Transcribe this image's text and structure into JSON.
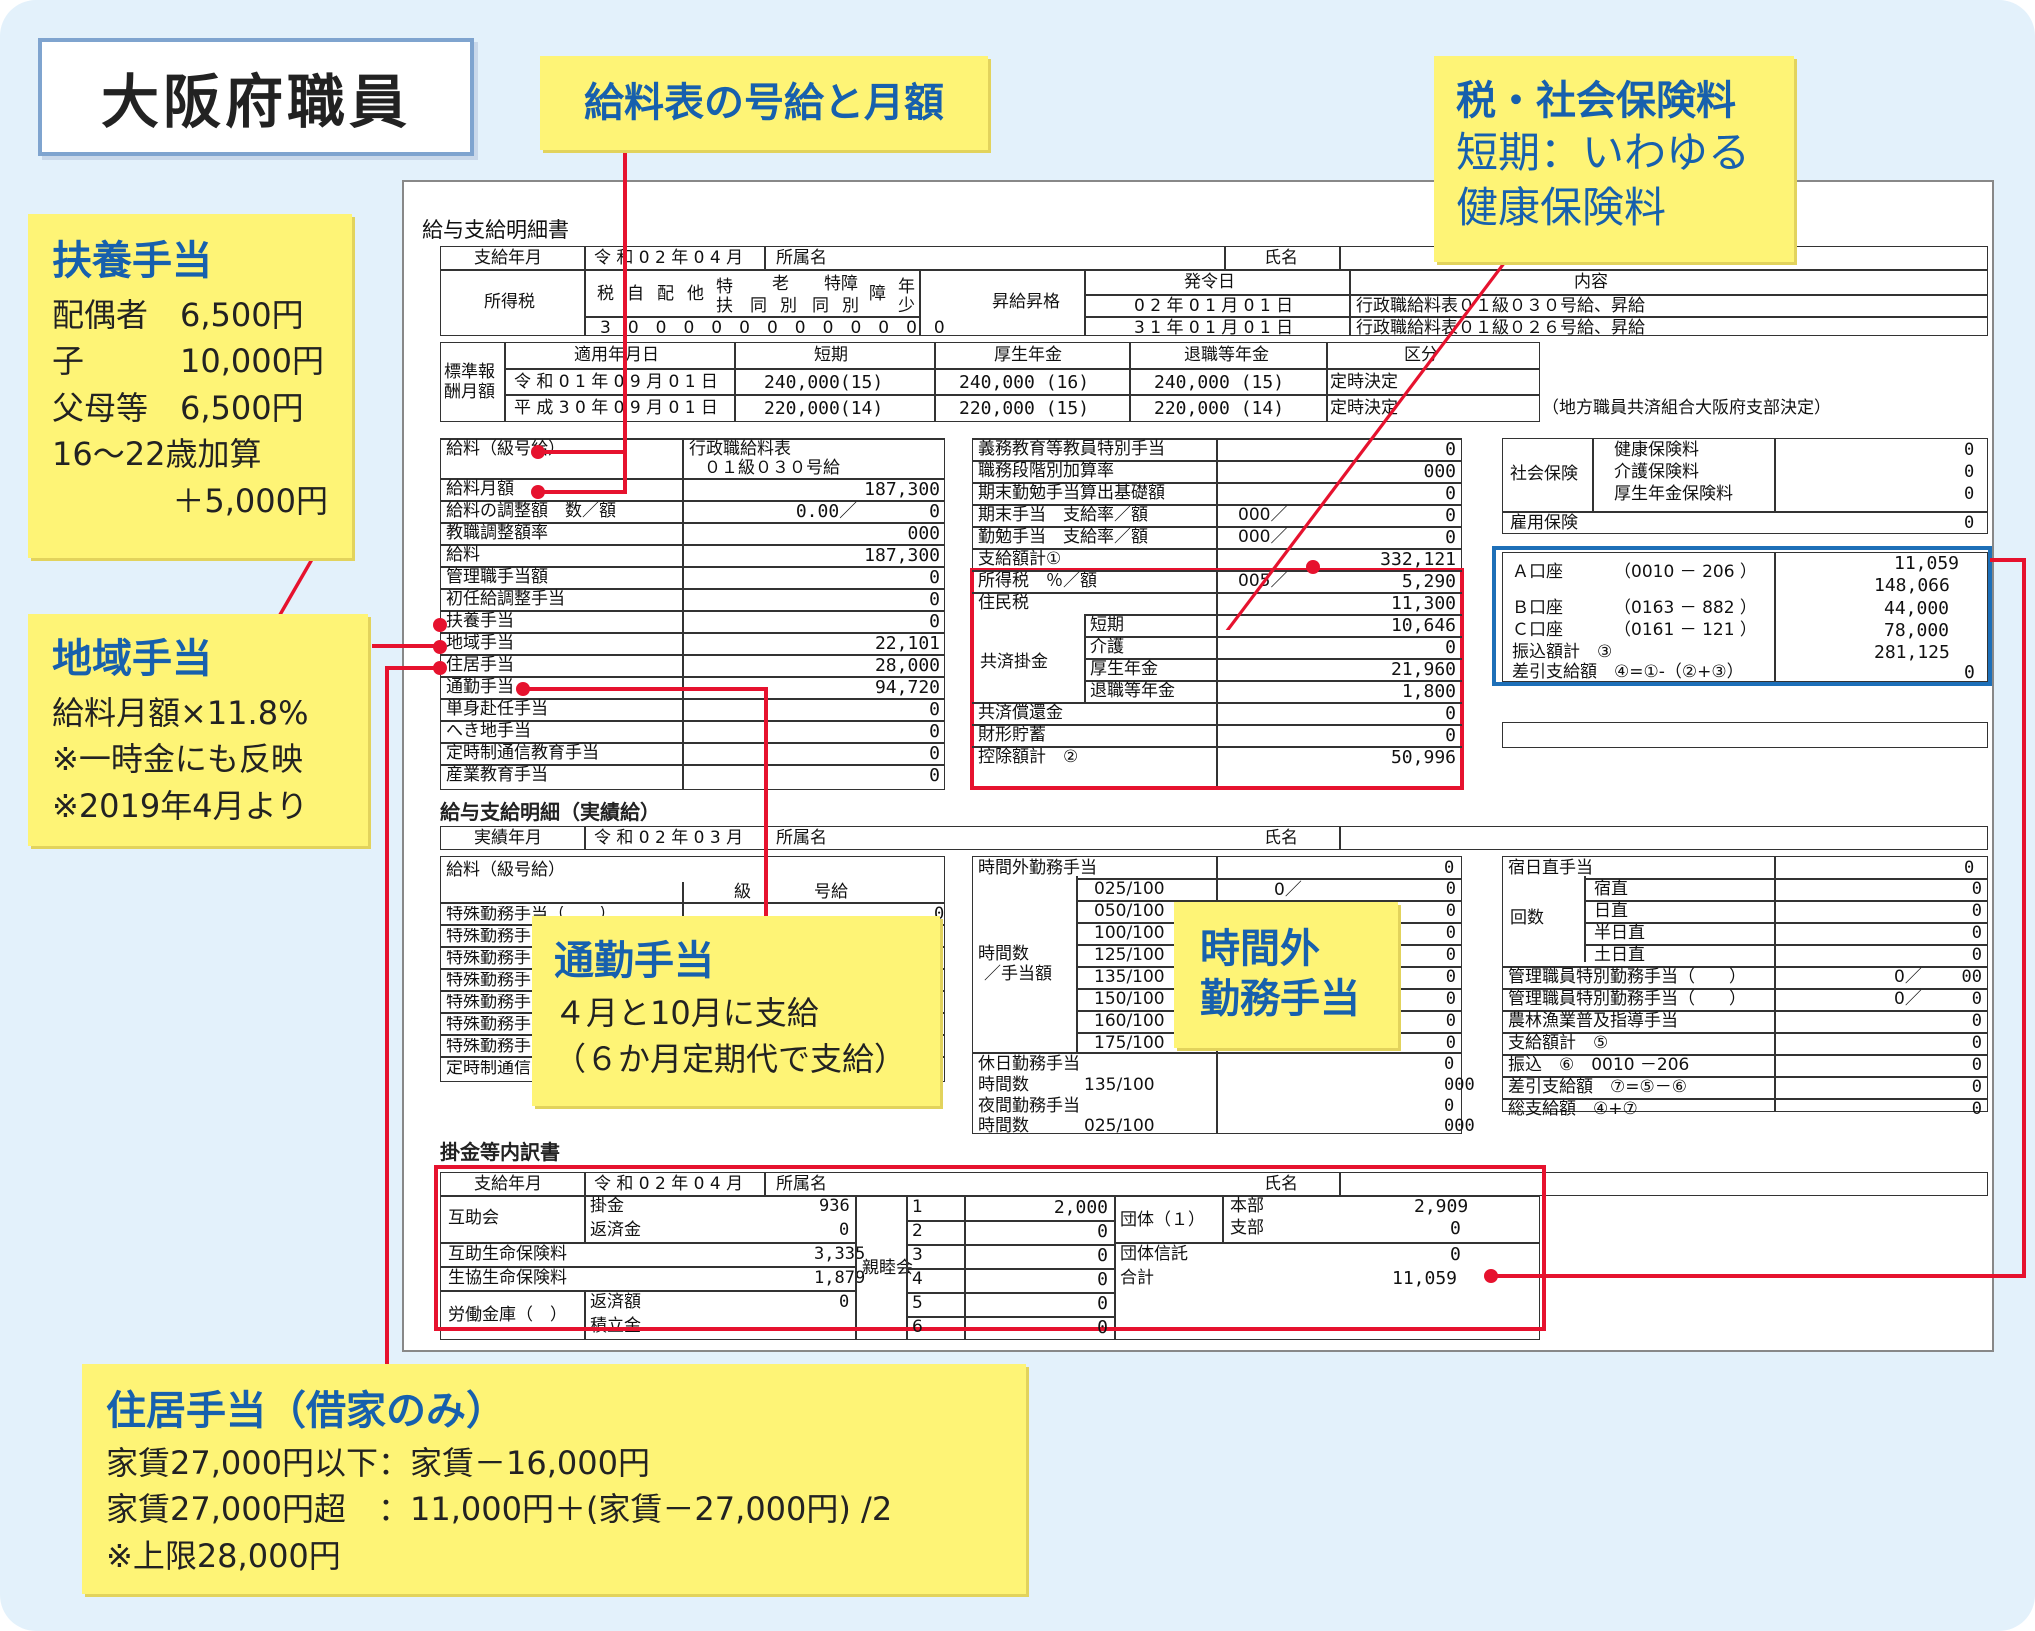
{
  "page_title": "大阪府職員",
  "callouts": {
    "kyuryo": {
      "head": "給料表の号給と月額"
    },
    "fuyo": {
      "head": "扶養手当",
      "lines": [
        "配偶者　6,500円",
        "子　　　10,000円",
        "父母等　6,500円",
        "16〜22歳加算",
        "＋5,000円"
      ]
    },
    "chiiki": {
      "head": "地域手当",
      "lines": [
        "給料月額×11.8%",
        "※一時金にも反映",
        "※2019年4月より"
      ]
    },
    "tsukin": {
      "head": "通勤手当",
      "lines": [
        "４月と10月に支給",
        "（６か月定期代で支給）"
      ]
    },
    "jikangai": {
      "head": "時間外",
      "head2": "勤務手当"
    },
    "zei": {
      "head": "税・社会保険料",
      "lines": [
        "短期：いわゆる",
        "健康保険料"
      ]
    },
    "jukyo": {
      "head": "住居手当（借家のみ）",
      "lines": [
        "家賃27,000円以下：家賃－16,000円",
        "家賃27,000円超　：11,000円＋(家賃－27,000円) /2",
        "※上限28,000円"
      ]
    }
  },
  "slip": {
    "heading": "給与支給明細書",
    "hdr": {
      "shikyu_label": "支給年月",
      "shikyu_val": "令 和 0 2 年 0 4 月",
      "shozoku": "所属名",
      "shimei": "氏名"
    },
    "tax": {
      "label": "所得税",
      "cols": [
        "税",
        "自",
        "配",
        "他",
        "特扶",
        "老",
        "同",
        "別",
        "特障",
        "同",
        "別",
        "障",
        "年少"
      ],
      "vals": [
        "3",
        "0",
        "0",
        "00",
        "0",
        "0",
        "0",
        "0",
        "0",
        "0",
        "0",
        "0"
      ],
      "old": "老",
      "tokusho": "特障",
      "sho": "障",
      "nensho": "年少",
      "toku": "特扶"
    },
    "raise": {
      "label": "昇給昇格",
      "hatsurei": "発令日",
      "naiyo": "内容",
      "rows": [
        {
          "date": "0 2 年 0 1 月 0 1 日",
          "text": "行政職給料表０１級０３０号給、昇給"
        },
        {
          "date": "3 1 年 0 1 月 0 1 日",
          "text": "行政職給料表０１級０２６号給、昇給"
        }
      ]
    },
    "std": {
      "label1": "標準報",
      "label2": "酬月額",
      "cols": [
        "適用年月日",
        "短期",
        "厚生年金",
        "退職等年金",
        "区分"
      ],
      "rows": [
        [
          "令 和 0 1 年 0 9 月 0 1 日",
          "240,000(15)",
          "240,000 (16)",
          "240,000 (15)",
          "定時決定"
        ],
        [
          "平 成 3 0 年 0 9 月 0 1 日",
          "220,000(14)",
          "220,000 (15)",
          "220,000 (14)",
          "定時決定"
        ]
      ],
      "note": "（地方職員共済組合大阪府支部決定）"
    },
    "pay_left": [
      {
        "label": "給料（級号給）",
        "val": "行政職給料表",
        "val2": "０１級０３０号給"
      },
      {
        "label": "給料月額",
        "val": "187,300"
      },
      {
        "label": "給料の調整額　数／額",
        "val": "0.00／　　　　0"
      },
      {
        "label": "教職調整額率",
        "val": "000"
      },
      {
        "label": "給料",
        "val": "187,300"
      },
      {
        "label": "管理職手当額",
        "val": "0"
      },
      {
        "label": "初任給調整手当",
        "val": "0"
      },
      {
        "label": "扶養手当",
        "val": "0"
      },
      {
        "label": "地域手当",
        "val": "22,101"
      },
      {
        "label": "住居手当",
        "val": "28,000"
      },
      {
        "label": "通勤手当",
        "val": "94,720"
      },
      {
        "label": "単身赴任手当",
        "val": "0"
      },
      {
        "label": "へき地手当",
        "val": "0"
      },
      {
        "label": "定時制通信教育手当",
        "val": "0"
      },
      {
        "label": "産業教育手当",
        "val": "0"
      }
    ],
    "pay_mid_top": [
      {
        "label": "義務教育等教員特別手当",
        "mid": "",
        "val": "0"
      },
      {
        "label": "職務段階別加算率",
        "mid": "",
        "val": "000"
      },
      {
        "label": "期末勤勉手当算出基礎額",
        "mid": "",
        "val": "0"
      },
      {
        "label": "期末手当　支給率／額",
        "mid": "000／",
        "val": "0"
      },
      {
        "label": "勤勉手当　支給率／額",
        "mid": "000／",
        "val": "0"
      },
      {
        "label": "支給額計①",
        "mid": "",
        "val": "332,121"
      }
    ],
    "deduct": [
      {
        "label": "所得税　％／額",
        "mid": "005／",
        "val": "5,290"
      },
      {
        "label": "住民税",
        "mid": "",
        "val": "11,300"
      },
      {
        "label": "短期",
        "val": "10,646"
      },
      {
        "label": "介護",
        "val": "0"
      },
      {
        "label": "厚生年金",
        "val": "21,960"
      },
      {
        "label": "退職等年金",
        "val": "1,800"
      },
      {
        "label": "共済償還金",
        "mid": "",
        "val": "0"
      },
      {
        "label": "財形貯蓄",
        "mid": "",
        "val": "0"
      },
      {
        "label": "控除額計　②",
        "mid": "",
        "val": "50,996"
      }
    ],
    "kyosai": "共済掛金",
    "social": {
      "label": "社会保険",
      "items": [
        {
          "label": "健康保険料",
          "val": "0"
        },
        {
          "label": "介護保険料",
          "val": "0"
        },
        {
          "label": "厚生年金保険料",
          "val": "0"
        }
      ],
      "koyo": "雇用保険",
      "koyo_val": "0"
    },
    "bank": [
      {
        "label": "Ａ口座",
        "code": "（0010 － 206 ）",
        "val1": "11,059",
        "val2": "148,066"
      },
      {
        "label": "Ｂ口座",
        "code": "（0163 － 882 ）",
        "val": "44,000"
      },
      {
        "label": "Ｃ口座",
        "code": "（0161 － 121 ）",
        "val": "78,000"
      },
      {
        "label": "振込額計　③",
        "code": "",
        "val": "281,125"
      },
      {
        "label": "差引支給額　④=①-（②+③）",
        "code": "",
        "val": "0"
      }
    ],
    "jisseki": {
      "heading": "給与支給明細（実績給）",
      "shikyu_label": "実績年月",
      "shikyu_val": "令 和 0 2 年 0 3 月",
      "shozoku": "所属名",
      "shimei": "氏名",
      "left": {
        "label": "給料（級号給）",
        "kyu": "級",
        "gokyu": "号給",
        "rows": [
          "特殊勤務手当（　　）",
          "特殊勤務手",
          "特殊勤務手",
          "特殊勤務手",
          "特殊勤務手",
          "特殊勤務手",
          "特殊勤務手",
          "定時制通信"
        ],
        "r0val": "0"
      },
      "mid": {
        "jikangai": "時間外勤務手当",
        "jikangai_val": "0",
        "jikansu": "時間数",
        "teate": "／手当額",
        "rates": [
          "025/100",
          "050/100",
          "100/100",
          "125/100",
          "135/100",
          "150/100",
          "160/100",
          "175/100"
        ],
        "rate0mid": "0／",
        "vals": [
          "0",
          "0",
          "0",
          "0",
          "0",
          "0",
          "0",
          "0"
        ],
        "kyujitsu": "休日勤務手当",
        "kyujitsu_val": "0",
        "k_jikansu": "時間数",
        "k_rate": "135/100",
        "k_val": "000",
        "yakan": "夜間勤務手当",
        "yakan_val": "0",
        "y_jikansu": "時間数",
        "y_rate": "025/100",
        "y_val": "000"
      },
      "right": {
        "shukuchoku": "宿日直手当",
        "shuku_val": "0",
        "kaisu": "回数",
        "items": [
          "宿直",
          "日直",
          "半日直",
          "土日直"
        ],
        "item_vals": [
          "0",
          "0",
          "0",
          "0"
        ],
        "rows": [
          {
            "label": "管理職員特別勤務手当（　　）",
            "mid": "0／",
            "val": "00"
          },
          {
            "label": "管理職員特別勤務手当（　　）",
            "mid": "0／",
            "val": "0"
          },
          {
            "label": "農林漁業普及指導手当",
            "mid": "",
            "val": "0"
          },
          {
            "label": "支給額計　⑤",
            "mid": "",
            "val": "0"
          },
          {
            "label": "振込　⑥　0010 －206",
            "mid": "",
            "val": "0"
          },
          {
            "label": "差引支給額　⑦=⑤－⑥",
            "mid": "",
            "val": "0"
          },
          {
            "label": "総支給額　④+⑦",
            "mid": "",
            "val": "0"
          }
        ]
      }
    },
    "kakekin": {
      "heading": "掛金等内訳書",
      "shikyu_label": "支給年月",
      "shikyu_val": "令 和 0 2 年 0 4 月",
      "shozoku": "所属名",
      "shimei": "氏名",
      "gojo": "互助会",
      "kakekin": "掛金",
      "kakekin_val": "936",
      "hensai": "返済金",
      "hensai_val": "0",
      "gojo_seimei": "互助生命保険料",
      "gojo_seimei_val": "3,335",
      "seikyo": "生協生命保険料",
      "seikyo_val": "1,879",
      "rodo": "労働金庫（　）",
      "rodo_hensai": "返済額",
      "rodo_hensai_val": "0",
      "rodo_tsumi": "積立金",
      "shinboku": "親睦会",
      "nums": [
        "1",
        "2",
        "3",
        "4",
        "5",
        "6"
      ],
      "num_vals": [
        "2,000",
        "0",
        "0",
        "0",
        "0",
        "0"
      ],
      "dantai": "団体（１）",
      "honbu": "本部",
      "honbu_val": "2,909",
      "shibu": "支部",
      "shibu_val": "0",
      "shintaku": "団体信託",
      "shintaku_val": "0",
      "gokei": "合計",
      "gokei_val": "11,059"
    }
  }
}
